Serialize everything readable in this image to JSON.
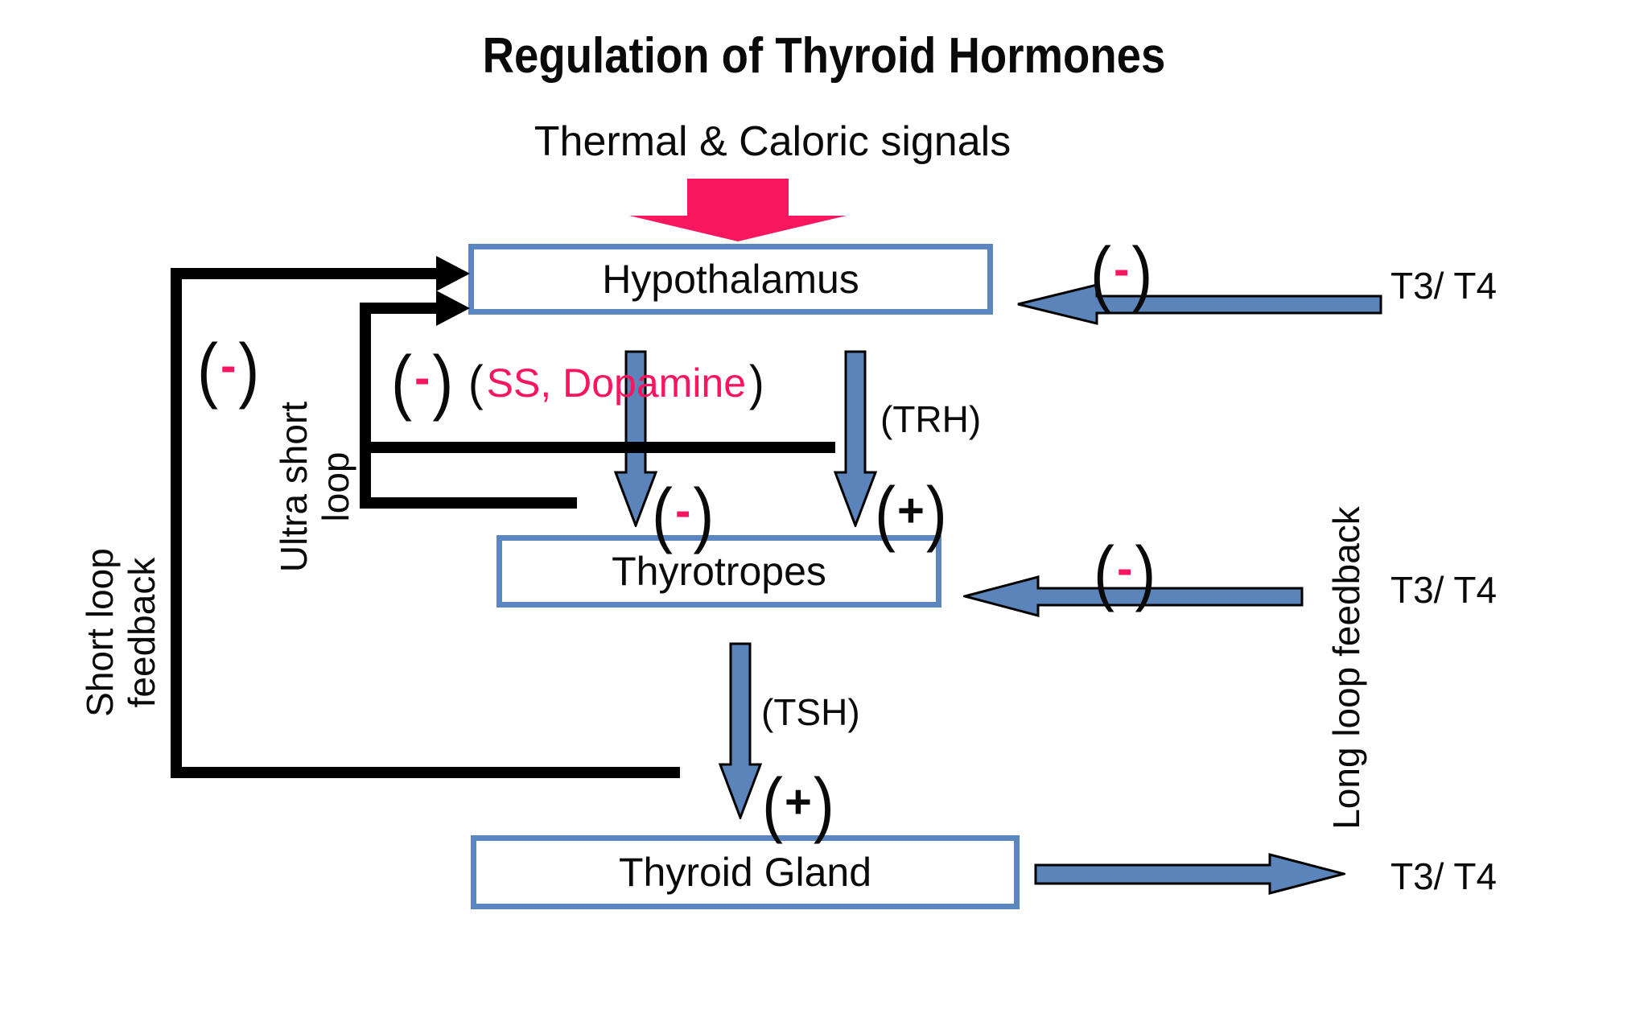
{
  "title": "Regulation of Thyroid Hormones",
  "signals": {
    "input": "Thermal & Caloric signals"
  },
  "nodes": {
    "hypothalamus": "Hypothalamus",
    "thyrotropes": "Thyrotropes",
    "thyroid_gland": "Thyroid Gland"
  },
  "hormones": {
    "inhibitors": "SS,  Dopamine",
    "trh": "(TRH)",
    "tsh": "(TSH)",
    "t3_t4": "T3/ T4"
  },
  "signs": {
    "open_paren": "(",
    "close_paren": ")",
    "minus": "-",
    "plus": "+"
  },
  "loops": {
    "short": {
      "line1": "Short loop",
      "line2": "feedback"
    },
    "ultra_short": {
      "line1": "Ultra short",
      "line2": "loop"
    },
    "long": "Long loop feedback"
  },
  "colors": {
    "box_border_blue": "#5B86C0",
    "arrow_blue": "#5B84BB",
    "accent_pink": "#F8175F",
    "line_black": "#000000",
    "background": "#FFFFFF"
  }
}
